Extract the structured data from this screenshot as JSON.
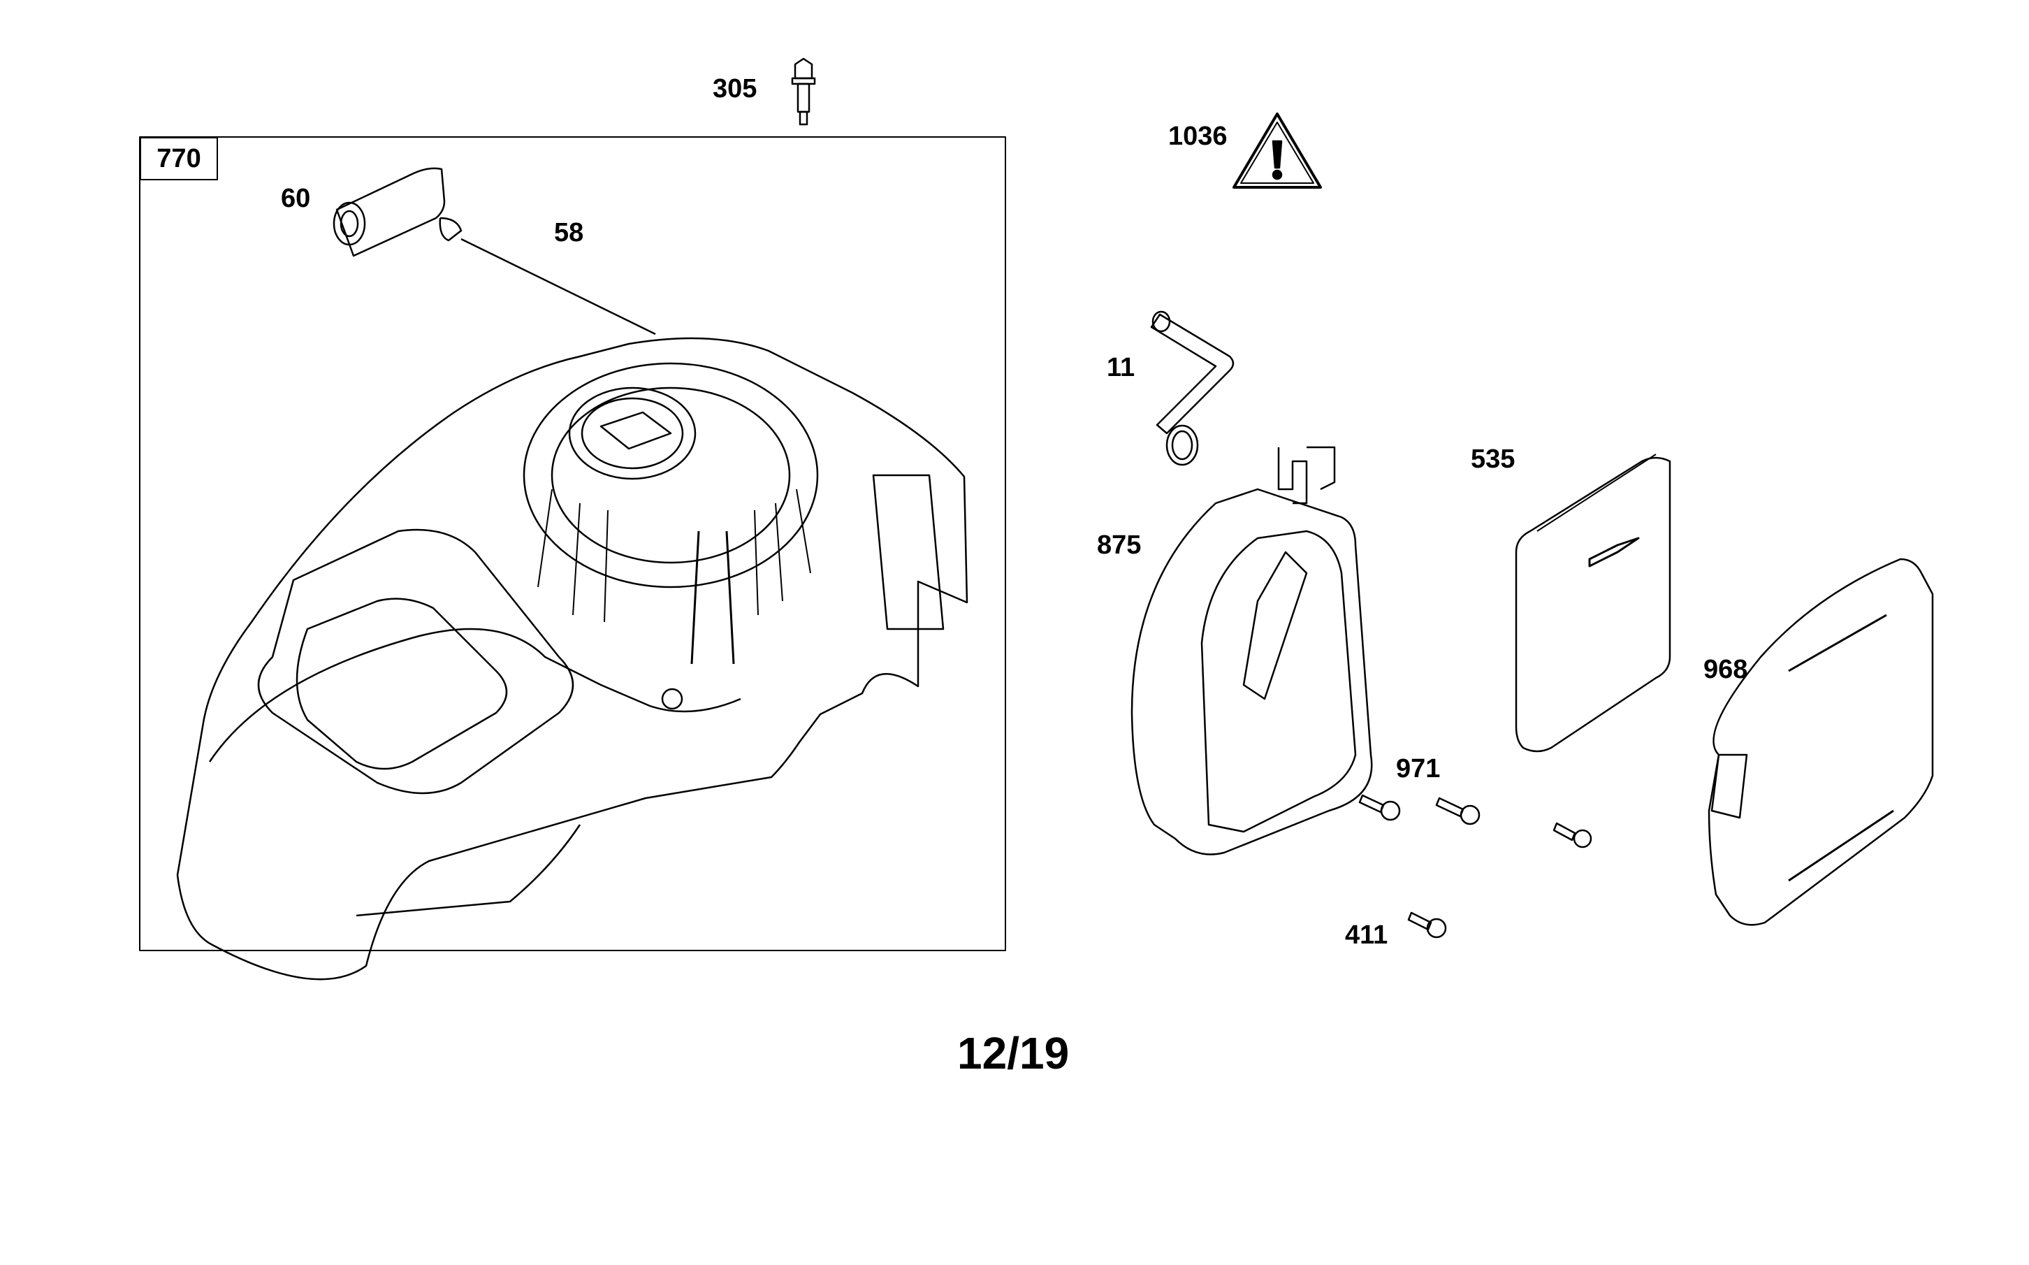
{
  "diagram": {
    "assembly_tag": "770",
    "callouts": [
      {
        "id": "305",
        "part": "bolt"
      },
      {
        "id": "60",
        "part": "starter-handle"
      },
      {
        "id": "58",
        "part": "starter-rope"
      },
      {
        "id": "1036",
        "part": "warning-label"
      },
      {
        "id": "11",
        "part": "breather-tube"
      },
      {
        "id": "535",
        "part": "air-filter"
      },
      {
        "id": "875",
        "part": "air-cleaner-base"
      },
      {
        "id": "968",
        "part": "air-cleaner-cover"
      },
      {
        "id": "971",
        "part": "screw"
      },
      {
        "id": "411",
        "part": "screw"
      }
    ],
    "page_number": "12/19"
  }
}
